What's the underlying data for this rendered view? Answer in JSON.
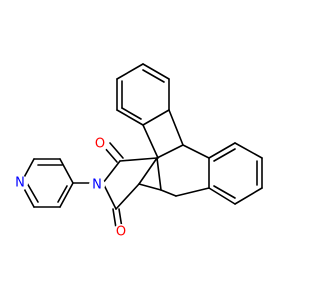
{
  "molecule": {
    "atoms": [
      {
        "id": "O1",
        "label": "O",
        "color": "#ff0000"
      },
      {
        "id": "N1",
        "label": "N",
        "color": "#0000ff"
      },
      {
        "id": "O2",
        "label": "O",
        "color": "#ff0000"
      },
      {
        "id": "N2",
        "label": "N",
        "color": "#0000ff"
      }
    ],
    "bond_color": "#000000",
    "background": "#ffffff"
  }
}
